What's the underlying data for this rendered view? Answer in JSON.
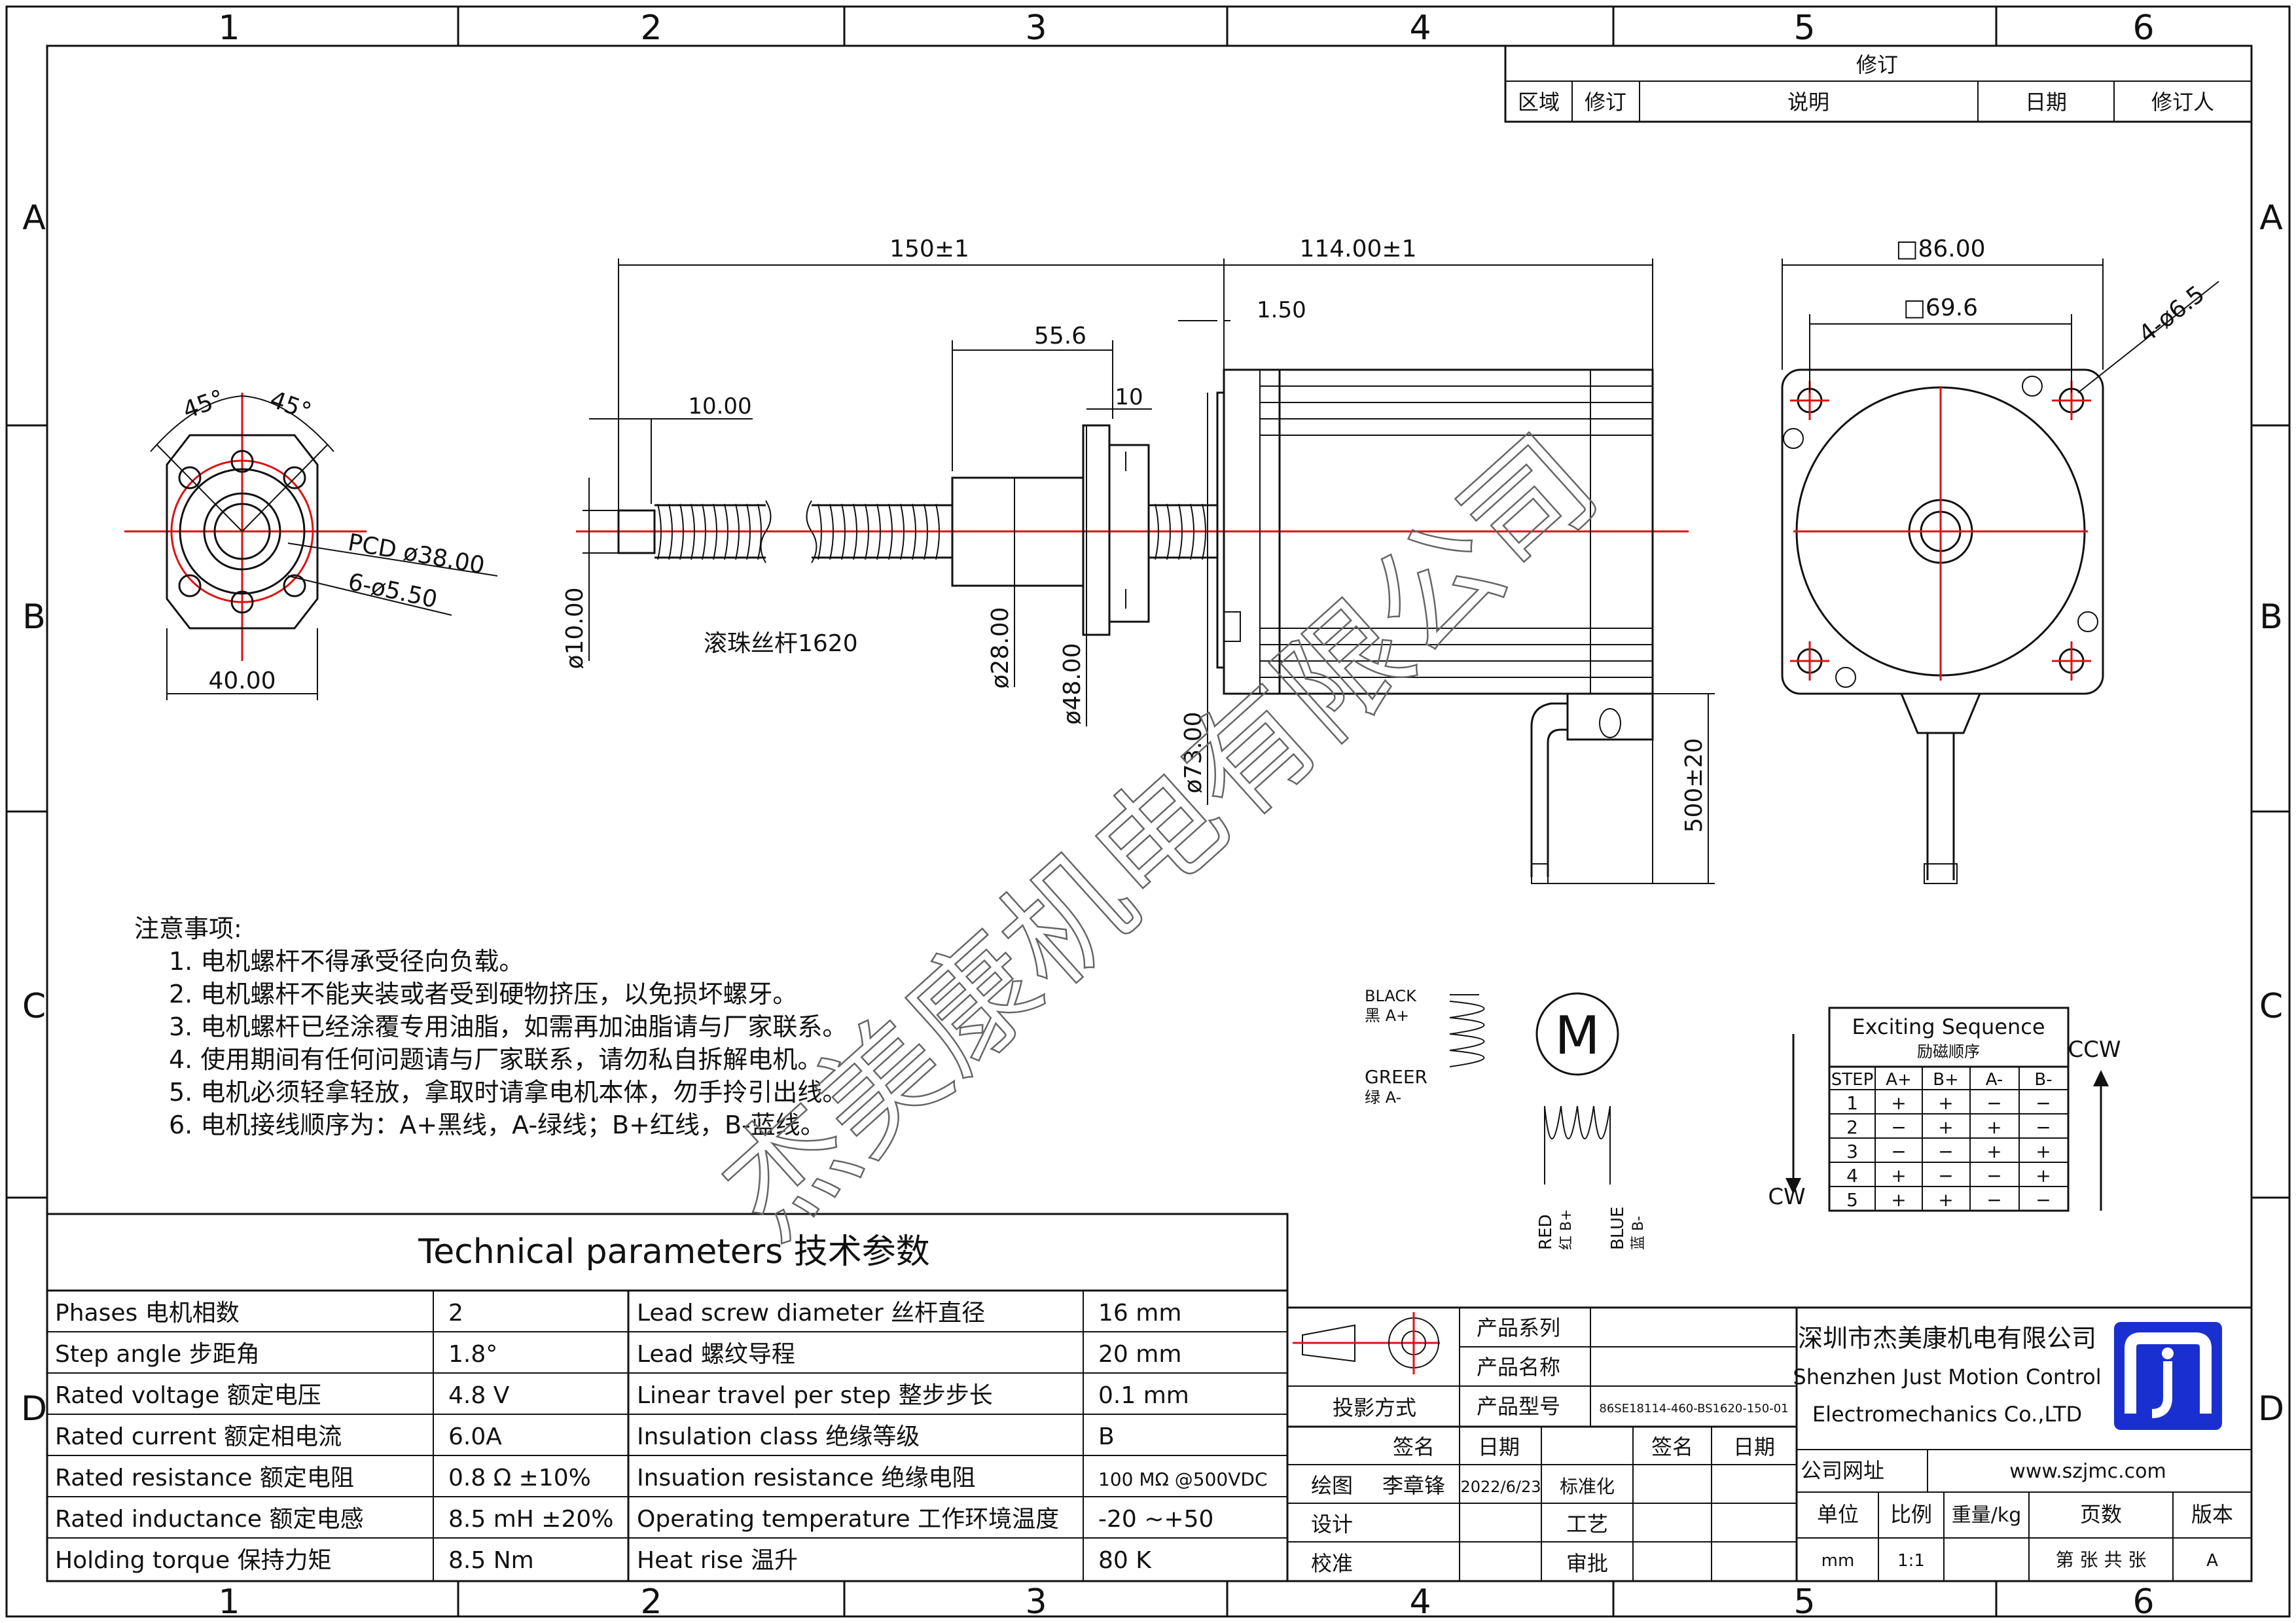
{
  "frame": {
    "columns": [
      "1",
      "2",
      "3",
      "4",
      "5",
      "6"
    ],
    "rows": [
      "A",
      "B",
      "C",
      "D"
    ]
  },
  "revision_block": {
    "title": "修订",
    "headers": [
      "区域",
      "修订",
      "说明",
      "日期",
      "修订人"
    ]
  },
  "side_view": {
    "angle_left": "45°",
    "angle_right": "45°",
    "pcd": "PCD ø38.00",
    "holes": "6-ø5.50",
    "width": "40.00"
  },
  "main_view": {
    "length_screw": "150±1",
    "length_motor": "114.00±1",
    "flange_gap": "1.50",
    "nut_length": "55.6",
    "flange_thick": "10",
    "end_length": "10.00",
    "screw_dia": "ø10.00",
    "nut_dia": "ø28.00",
    "flange_dia": "ø48.00",
    "boss_dia": "ø73.00",
    "lead_length": "500±20",
    "screw_label": "滚珠丝杆1620"
  },
  "front_view": {
    "outer": "□86.00",
    "inner": "□69.6",
    "holes": "4-ø6.5"
  },
  "notes": {
    "title": "注意事项:",
    "items": [
      "1. 电机螺杆不得承受径向负载。",
      "2. 电机螺杆不能夹装或者受到硬物挤压，以免损坏螺牙。",
      "3. 电机螺杆已经涂覆专用油脂，如需再加油脂请与厂家联系。",
      "4. 使用期间有任何问题请与厂家联系，请勿私自拆解电机。",
      "5. 电机必须轻拿轻放，拿取时请拿电机本体，勿手拎引出线。",
      "6.  电机接线顺序为：A+黑线，A-绿线；B+红线，B-蓝线。"
    ]
  },
  "wiring": {
    "black": "BLACK",
    "black_cn": "黑 A+",
    "green": "GREER",
    "green_cn": "绿 A-",
    "motor": "M",
    "red": "RED",
    "red_cn": "红 B+",
    "blue": "BLUE",
    "blue_cn": "蓝 B-"
  },
  "sequence": {
    "title": "Exciting Sequence",
    "subtitle": "励磁顺序",
    "headers": [
      "STEP",
      "A+",
      "B+",
      "A-",
      "B-"
    ],
    "rows": [
      [
        "1",
        "+",
        "+",
        "−",
        "−"
      ],
      [
        "2",
        "−",
        "+",
        "+",
        "−"
      ],
      [
        "3",
        "−",
        "−",
        "+",
        "+"
      ],
      [
        "4",
        "+",
        "−",
        "−",
        "+"
      ],
      [
        "5",
        "+",
        "+",
        "−",
        "−"
      ]
    ],
    "cw": "CW",
    "ccw": "CCW"
  },
  "tech": {
    "title": "Technical parameters 技术参数",
    "left": [
      [
        "Phases 电机相数",
        "2"
      ],
      [
        "Step angle 步距角",
        "1.8°"
      ],
      [
        "Rated voltage 额定电压",
        "4.8 V"
      ],
      [
        "Rated current 额定相电流",
        "6.0A"
      ],
      [
        "Rated resistance 额定电阻",
        "0.8 Ω  ±10%"
      ],
      [
        "Rated inductance 额定电感",
        "8.5 mH ±20%"
      ],
      [
        "Holding torque 保持力矩",
        "8.5 Nm"
      ]
    ],
    "right": [
      [
        "Lead screw diameter 丝杆直径",
        "16 mm"
      ],
      [
        "Lead 螺纹导程",
        "20 mm"
      ],
      [
        "Linear travel per step 整步步长",
        "0.1 mm"
      ],
      [
        "Insulation class 绝缘等级",
        "B"
      ],
      [
        "Insuation resistance 绝缘电阻",
        "100 MΩ @500VDC"
      ],
      [
        "Operating temperature 工作环境温度",
        "-20    ~+50"
      ],
      [
        "Heat rise 温升",
        "80 K"
      ]
    ]
  },
  "title_block": {
    "product_series": "产品系列",
    "product_name": "产品名称",
    "projection": "投影方式",
    "product_model": "产品型号",
    "model_value": "86SE18114-460-BS1620-150-01",
    "sign": "签名",
    "date": "日期",
    "draw": "绘图",
    "designer": "李章锋",
    "draw_date": "2022/6/23",
    "standard": "标准化",
    "design": "设计",
    "process": "工艺",
    "check": "校准",
    "approve": "审批",
    "company_cn": "深圳市杰美康机电有限公司",
    "company_en1": "Shenzhen Just Motion Control",
    "company_en2": "Electromechanics Co.,LTD",
    "site_label": "公司网址",
    "site": "www.szjmc.com",
    "unit": "单位",
    "scale": "比例",
    "weight": "重量/kg",
    "pages": "页数",
    "version": "版本",
    "unit_val": "mm",
    "scale_val": "1:1",
    "pages_val": "第 张 共 张",
    "version_val": "A"
  },
  "watermark": "杰美康机电有限公司",
  "colors": {
    "line": "#111111",
    "center": "#dd1111",
    "logo": "#1a2fd0"
  }
}
